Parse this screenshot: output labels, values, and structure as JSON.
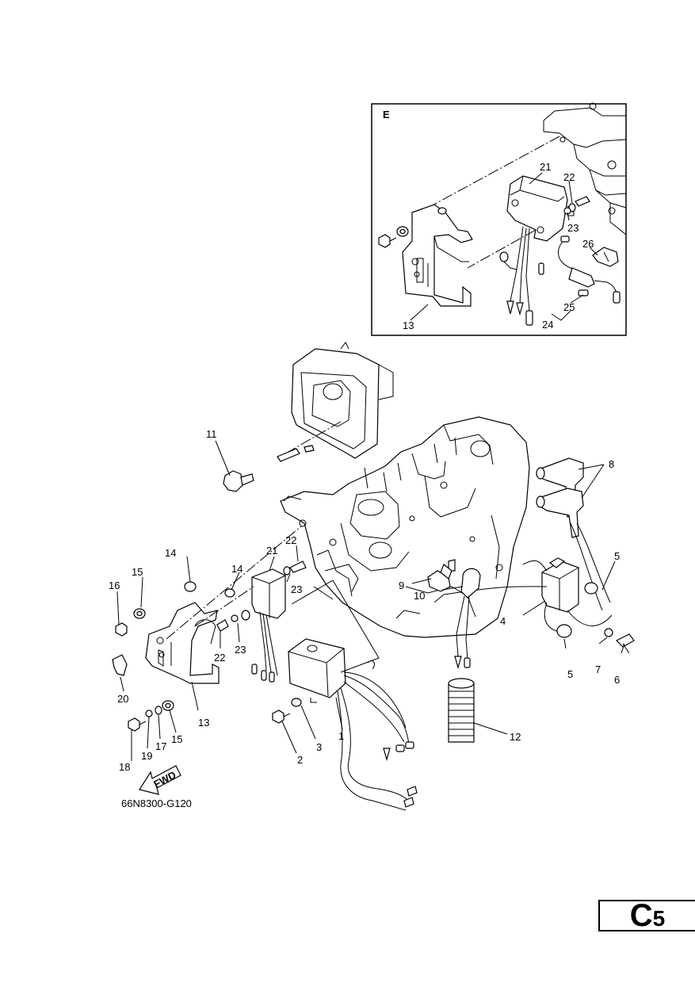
{
  "detail_view": {
    "letter": "E",
    "callouts": [
      "21",
      "22",
      "23",
      "26",
      "13",
      "24",
      "25"
    ]
  },
  "main_view": {
    "callouts": [
      "11",
      "8",
      "5",
      "21",
      "22",
      "14",
      "15",
      "16",
      "14",
      "23",
      "9",
      "10",
      "4",
      "7",
      "6",
      "5",
      "22",
      "23",
      "20",
      "13",
      "1",
      "3",
      "2",
      "12",
      "15",
      "17",
      "19",
      "18"
    ]
  },
  "fwd_arrow": {
    "label": "FWD"
  },
  "drawing_code": "66N8300-G120",
  "page_tab": {
    "letter": "C",
    "number": "5"
  }
}
